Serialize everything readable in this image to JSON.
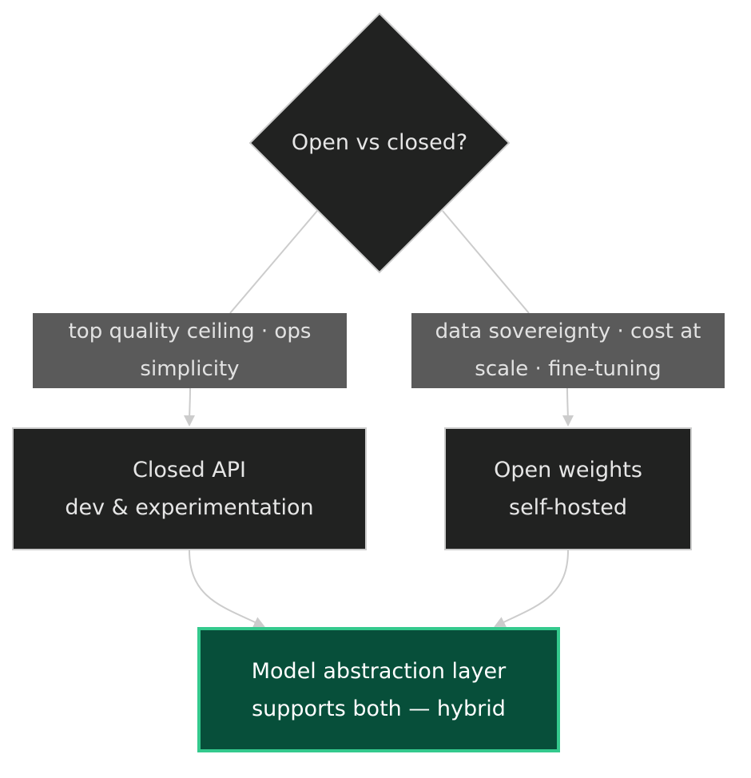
{
  "nodes": {
    "decision": {
      "label": "Open vs closed?"
    },
    "closed": {
      "line1": "Closed API",
      "line2": "dev & experimentation"
    },
    "open": {
      "line1": "Open weights",
      "line2": "self-hosted"
    },
    "result": {
      "line1": "Model abstraction layer",
      "line2": "supports both — hybrid"
    }
  },
  "edge_labels": {
    "to_closed": {
      "line1": "top quality ceiling · ops",
      "line2": "simplicity"
    },
    "to_open": {
      "line1": "data sovereignty · cost at",
      "line2": "scale · fine-tuning"
    }
  },
  "colors": {
    "node_fill": "#212221",
    "node_stroke": "#cccccc",
    "edge": "#cccccc",
    "label_fill": "#5a5a5a",
    "result_fill": "#074f3a",
    "result_stroke": "#34c98d"
  }
}
